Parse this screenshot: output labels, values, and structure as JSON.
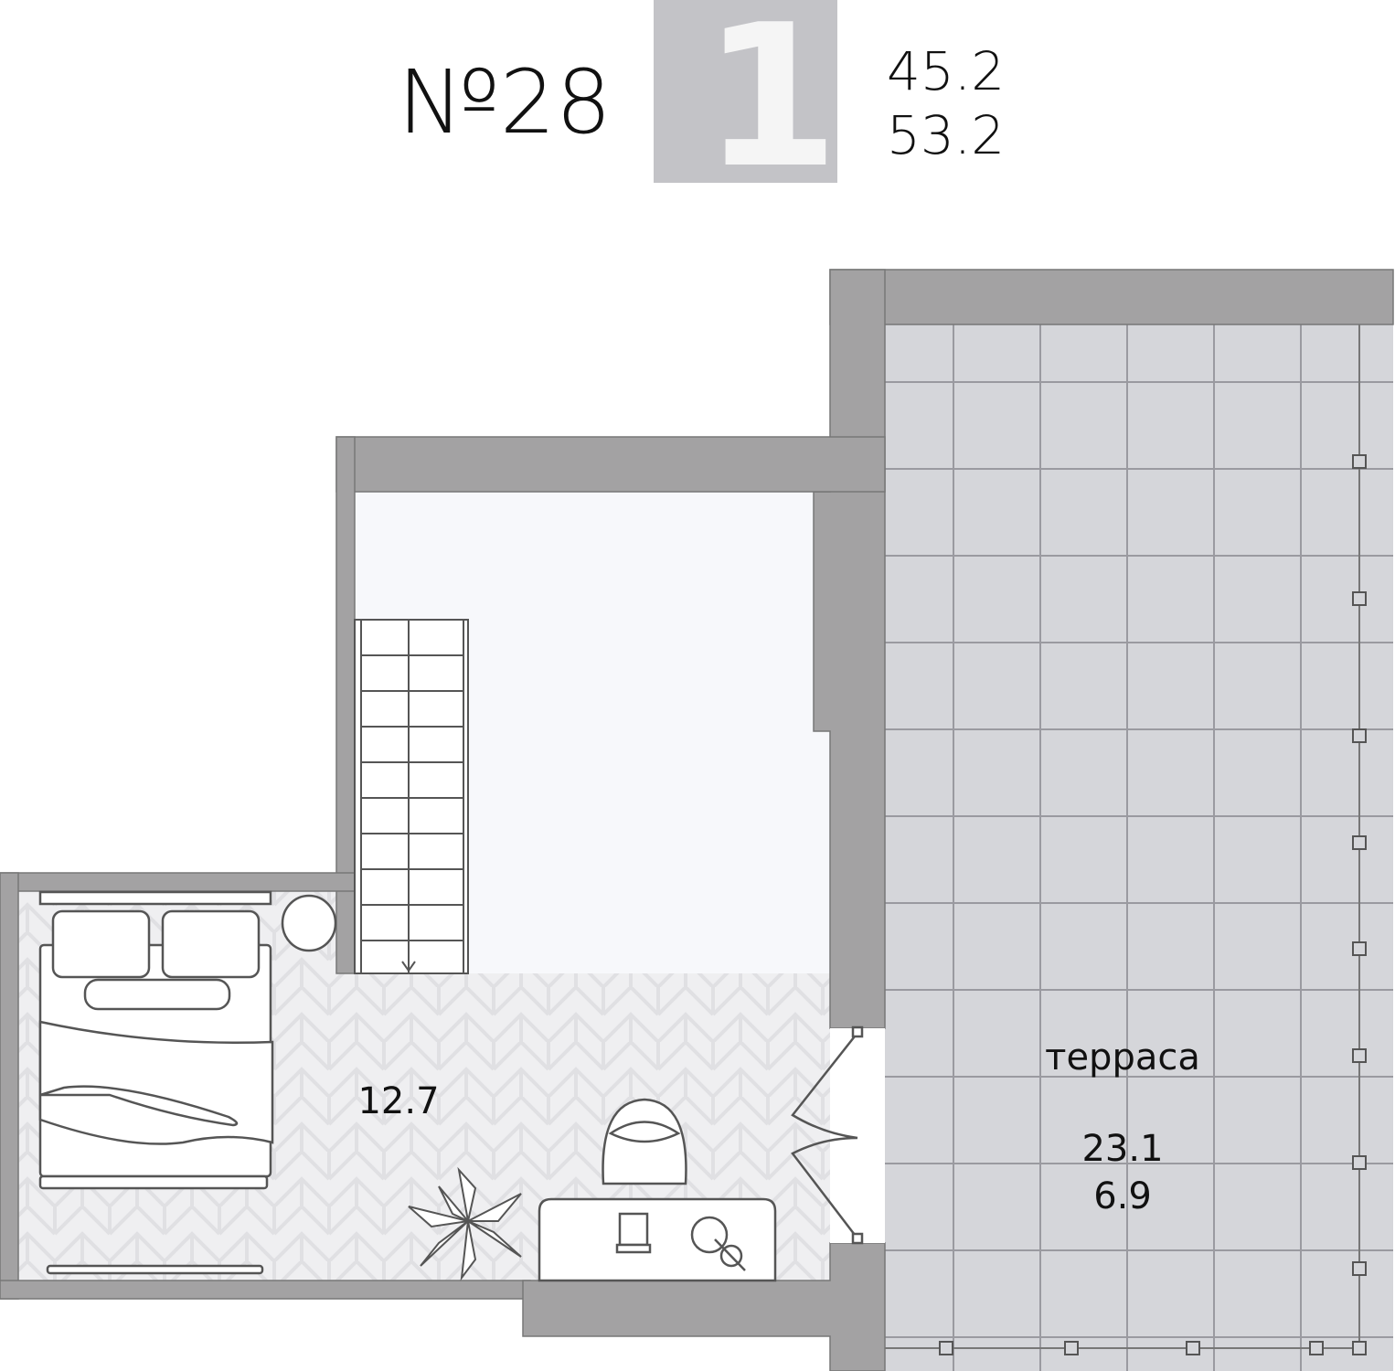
{
  "header": {
    "apartment_number": "№28",
    "rooms_count": "1",
    "area_living": "45.2",
    "area_total": "53.2"
  },
  "rooms": {
    "main_room_area": "12.7",
    "terrace_label": "терраса",
    "terrace_area": "23.1",
    "terrace_area_reduced": "6.9"
  },
  "colors": {
    "wall": "#a3a2a3",
    "terrace": "#d5d6da",
    "floor": "#efeff1",
    "upper_room": "#f7f8fb",
    "rooms_badge": "#c3c3c7"
  }
}
